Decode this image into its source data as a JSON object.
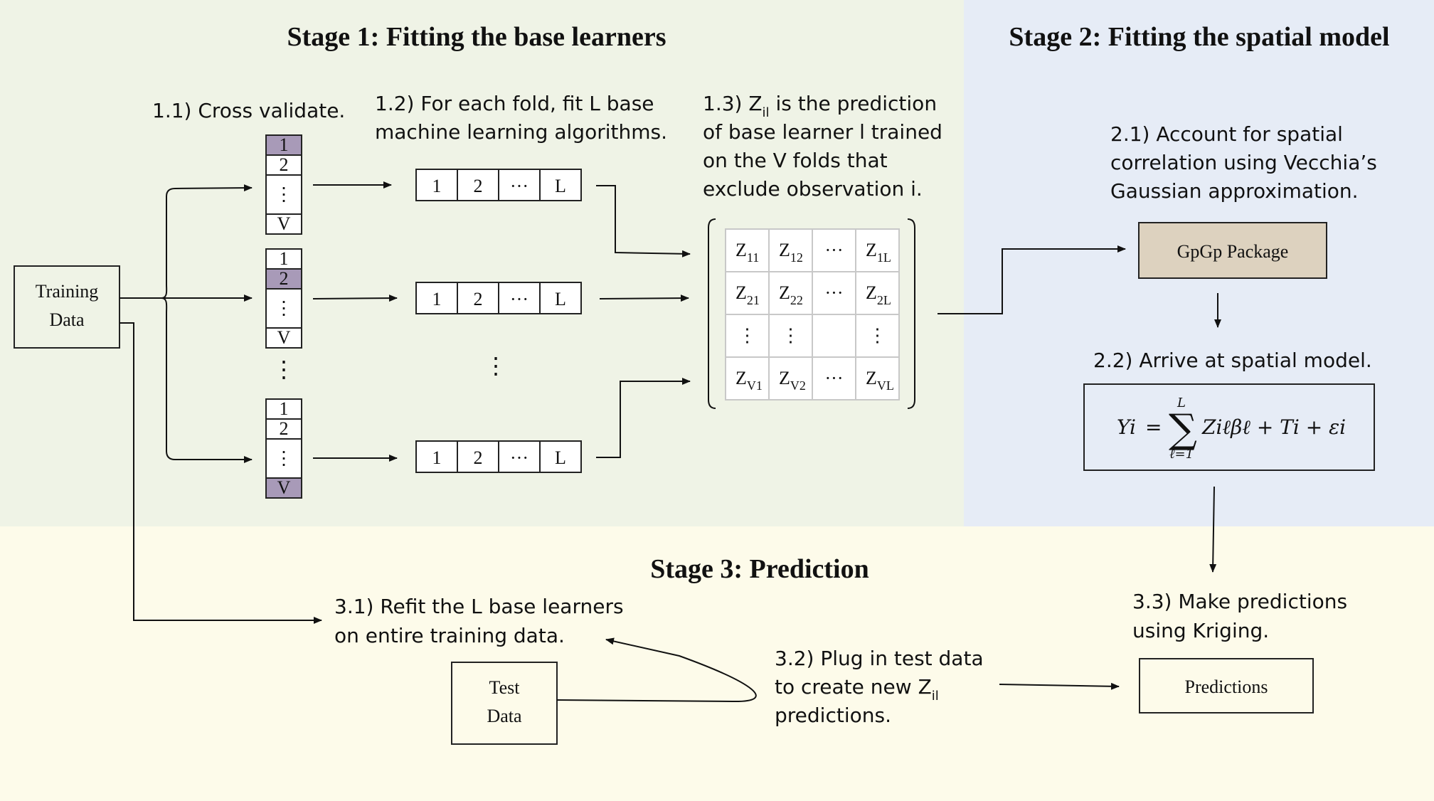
{
  "colors": {
    "stage1_bg": "#eff3e6",
    "stage2_bg": "#e6ecf6",
    "stage3_bg": "#fdfbea",
    "fold_highlight": "#a89ab8",
    "gpgp_box": "#ddd2bf"
  },
  "stage1": {
    "title": "Stage 1: Fitting the base learners",
    "step1_1": "1.1) Cross validate.",
    "step1_2_line1": "1.2) For each fold, fit L base",
    "step1_2_line2": "machine learning algorithms.",
    "step1_3_line1_a": "1.3) Z",
    "step1_3_line1_sub": "il",
    "step1_3_line1_b": " is the prediction",
    "step1_3_line2": "of base learner l trained",
    "step1_3_line3": "on the V folds that",
    "step1_3_line4": "exclude observation i.",
    "training_data_line1": "Training",
    "training_data_line2": "Data",
    "fold_labels": [
      "1",
      "2",
      "⋮",
      "V"
    ],
    "learner_labels": [
      "1",
      "2",
      "···",
      "L"
    ],
    "vdots": "⋮",
    "matrix": [
      [
        {
          "b": "Z",
          "s": "11"
        },
        {
          "b": "Z",
          "s": "12"
        },
        {
          "b": "···",
          "s": ""
        },
        {
          "b": "Z",
          "s": "1L"
        }
      ],
      [
        {
          "b": "Z",
          "s": "21"
        },
        {
          "b": "Z",
          "s": "22"
        },
        {
          "b": "···",
          "s": ""
        },
        {
          "b": "Z",
          "s": "2L"
        }
      ],
      [
        {
          "b": "⋮",
          "s": ""
        },
        {
          "b": "⋮",
          "s": ""
        },
        {
          "b": "",
          "s": ""
        },
        {
          "b": "⋮",
          "s": ""
        }
      ],
      [
        {
          "b": "Z",
          "s": "V1"
        },
        {
          "b": "Z",
          "s": "V2"
        },
        {
          "b": "···",
          "s": ""
        },
        {
          "b": "Z",
          "s": "VL"
        }
      ]
    ]
  },
  "stage2": {
    "title": "Stage 2: Fitting the spatial model",
    "step2_1_line1": "2.1) Account for spatial",
    "step2_1_line2": "correlation using Vecchia’s",
    "step2_1_line3": "Gaussian approximation.",
    "gpgp_label": "GpGp Package",
    "step2_2": "2.2) Arrive at spatial model.",
    "equation": {
      "lhs": "Yi",
      "sum_top": "L",
      "sum_bottom": "ℓ=1",
      "rhs": "Ziℓβℓ + Ti + εi"
    }
  },
  "stage3": {
    "title": "Stage 3: Prediction",
    "step3_1_line1": "3.1) Refit the L base learners",
    "step3_1_line2": "on entire training data.",
    "test_data_line1": "Test",
    "test_data_line2": "Data",
    "step3_2_line1": "3.2) Plug in test data",
    "step3_2_line2_a": "to create new Z",
    "step3_2_line2_sub": "il",
    "step3_2_line3": "predictions.",
    "step3_3_line1": "3.3) Make predictions",
    "step3_3_line2": "using Kriging.",
    "predictions_label": "Predictions"
  }
}
